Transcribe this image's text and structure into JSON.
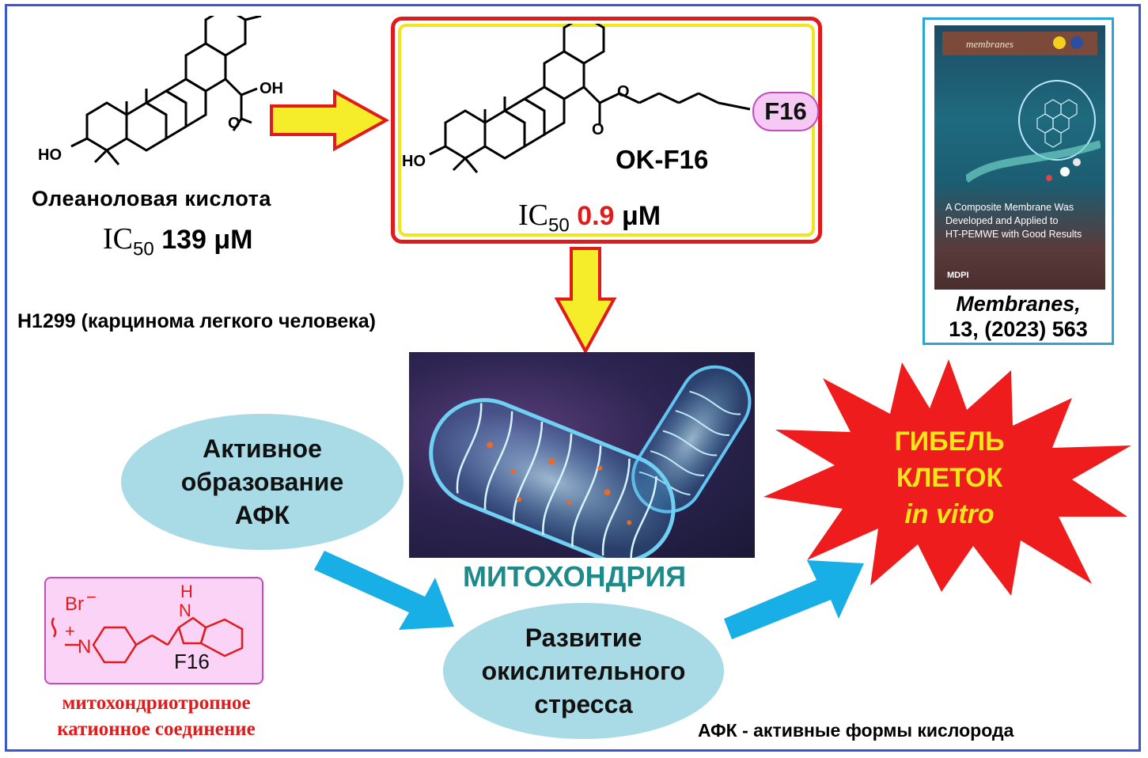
{
  "source_compound": {
    "name": "Олеаноловая кислота",
    "ic50_label": "IC",
    "ic50_sub": "50",
    "ic50_value": "139 μM",
    "oh_label": "OH",
    "ho_label": "HO"
  },
  "product": {
    "name": "OK-F16",
    "ic50_label": "IC",
    "ic50_sub": "50",
    "ic50_value": "0.9",
    "ic50_unit": "μM",
    "f16_tag": "F16",
    "ho_label": "HO",
    "o_label": "O"
  },
  "cell_line": "H1299 (карцинома легкого человека)",
  "journal": {
    "cover_title": "membranes",
    "cover_headline_1": "A Composite Membrane Was",
    "cover_headline_2": "Developed and Applied to",
    "cover_headline_3": "HT-PEMWE with Good Results",
    "cover_publisher": "MDPI",
    "citation_1": "Membranes,",
    "citation_2": "13, (2023) 563"
  },
  "nodes": {
    "afk_formation_1": "Активное",
    "afk_formation_2": "образование",
    "afk_formation_3": "АФК",
    "stress_1": "Развитие",
    "stress_2": "окислительного",
    "stress_3": "стресса",
    "mitochondria": "МИТОХОНДРИЯ",
    "death_1": "ГИБЕЛЬ",
    "death_2": "КЛЕТОК",
    "death_3": "in vitro"
  },
  "f16_structure": {
    "br": "Br",
    "nh": "H",
    "n_indole": "N",
    "n_pyr": "N",
    "label": "F16",
    "caption_1": "митохондриотропное",
    "caption_2": "катионное соединение"
  },
  "footnote": "АФК - активные формы кислорода",
  "colors": {
    "frame": "#3a56d4",
    "highlight_red": "#e11b1b",
    "highlight_yellow": "#f2e51e",
    "ellipse": "#a8dbe6",
    "arrow_blue": "#18aee6",
    "mito_text": "#1f8a8a",
    "star_red": "#ee1c1c",
    "star_text": "#f5e51a",
    "f16_red": "#e11b1b"
  }
}
